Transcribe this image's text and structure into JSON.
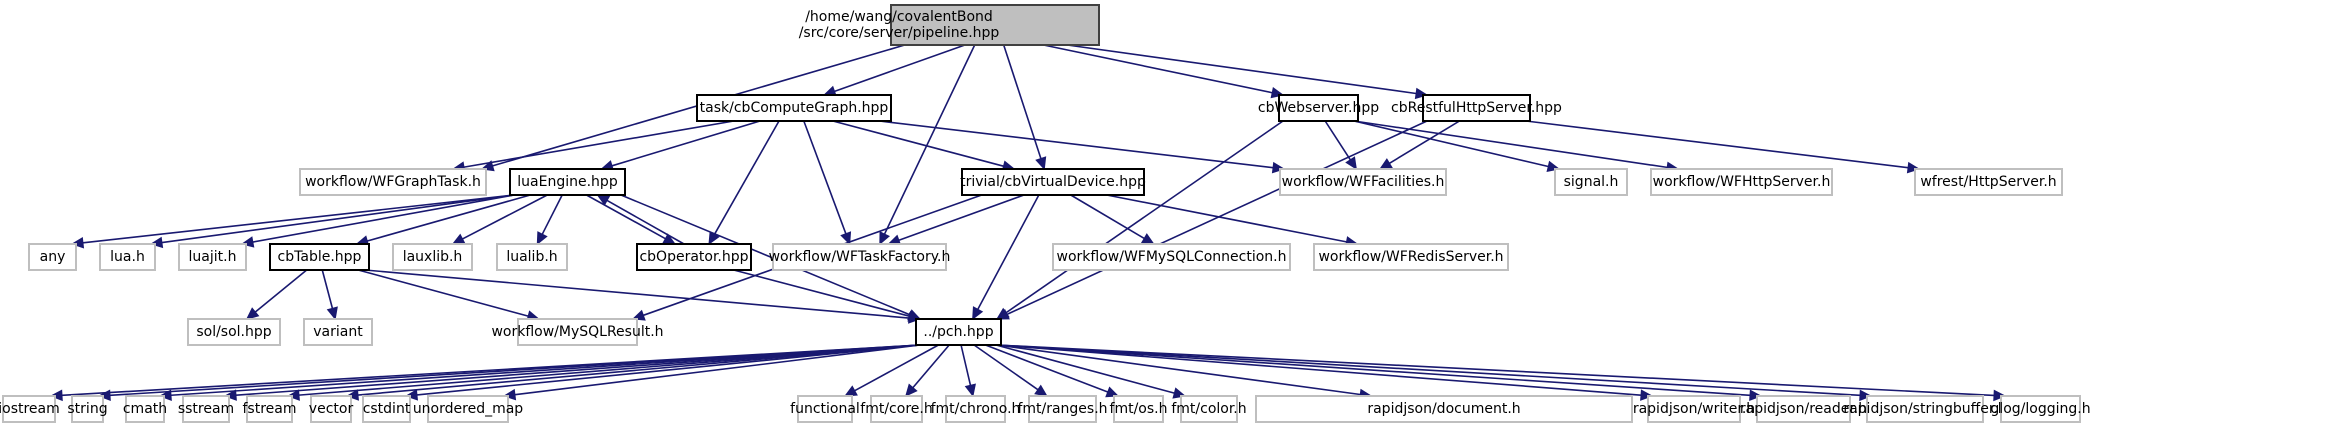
{
  "graph": {
    "title": "Include dependency graph",
    "colors": {
      "edge": "#191970",
      "root_fill": "#bfbfbf",
      "local_border": "#000000",
      "external_border": "#bfbfbf"
    },
    "nodes": [
      {
        "id": "root",
        "label": [
          "/home/wang/covalentBond",
          "/src/core/server/pipeline.hpp"
        ],
        "kind": "root"
      },
      {
        "id": "cbComputeGraph",
        "label": [
          "task/cbComputeGraph.hpp"
        ],
        "kind": "local"
      },
      {
        "id": "cbWebserver",
        "label": [
          "cbWebserver.hpp"
        ],
        "kind": "local"
      },
      {
        "id": "cbRestfulHttpServer",
        "label": [
          "cbRestfulHttpServer.hpp"
        ],
        "kind": "local"
      },
      {
        "id": "WFGraphTask",
        "label": [
          "workflow/WFGraphTask.h"
        ],
        "kind": "external"
      },
      {
        "id": "luaEngine",
        "label": [
          "luaEngine.hpp"
        ],
        "kind": "local"
      },
      {
        "id": "cbVirtualDevice",
        "label": [
          "trivial/cbVirtualDevice.hpp"
        ],
        "kind": "local"
      },
      {
        "id": "WFFacilities",
        "label": [
          "workflow/WFFacilities.h"
        ],
        "kind": "external"
      },
      {
        "id": "signal",
        "label": [
          "signal.h"
        ],
        "kind": "external"
      },
      {
        "id": "WFHttpServer",
        "label": [
          "workflow/WFHttpServer.h"
        ],
        "kind": "external"
      },
      {
        "id": "wfrestHttpServer",
        "label": [
          "wfrest/HttpServer.h"
        ],
        "kind": "external"
      },
      {
        "id": "any",
        "label": [
          "any"
        ],
        "kind": "external"
      },
      {
        "id": "lua",
        "label": [
          "lua.h"
        ],
        "kind": "external"
      },
      {
        "id": "luajit",
        "label": [
          "luajit.h"
        ],
        "kind": "external"
      },
      {
        "id": "cbTable",
        "label": [
          "cbTable.hpp"
        ],
        "kind": "local"
      },
      {
        "id": "lauxlib",
        "label": [
          "lauxlib.h"
        ],
        "kind": "external"
      },
      {
        "id": "lualib",
        "label": [
          "lualib.h"
        ],
        "kind": "external"
      },
      {
        "id": "cbOperator",
        "label": [
          "cbOperator.hpp"
        ],
        "kind": "local"
      },
      {
        "id": "WFTaskFactory",
        "label": [
          "workflow/WFTaskFactory.h"
        ],
        "kind": "external"
      },
      {
        "id": "WFMySQLConnection",
        "label": [
          "workflow/WFMySQLConnection.h"
        ],
        "kind": "external"
      },
      {
        "id": "WFRedisServer",
        "label": [
          "workflow/WFRedisServer.h"
        ],
        "kind": "external"
      },
      {
        "id": "sol",
        "label": [
          "sol/sol.hpp"
        ],
        "kind": "external"
      },
      {
        "id": "variant",
        "label": [
          "variant"
        ],
        "kind": "external"
      },
      {
        "id": "MySQLResult",
        "label": [
          "workflow/MySQLResult.h"
        ],
        "kind": "external"
      },
      {
        "id": "pch",
        "label": [
          "../pch.hpp"
        ],
        "kind": "local"
      },
      {
        "id": "iostream",
        "label": [
          "iostream"
        ],
        "kind": "external"
      },
      {
        "id": "string",
        "label": [
          "string"
        ],
        "kind": "external"
      },
      {
        "id": "cmath",
        "label": [
          "cmath"
        ],
        "kind": "external"
      },
      {
        "id": "sstream",
        "label": [
          "sstream"
        ],
        "kind": "external"
      },
      {
        "id": "fstream",
        "label": [
          "fstream"
        ],
        "kind": "external"
      },
      {
        "id": "vector",
        "label": [
          "vector"
        ],
        "kind": "external"
      },
      {
        "id": "cstdint",
        "label": [
          "cstdint"
        ],
        "kind": "external"
      },
      {
        "id": "unordered_map",
        "label": [
          "unordered_map"
        ],
        "kind": "external"
      },
      {
        "id": "functional",
        "label": [
          "functional"
        ],
        "kind": "external"
      },
      {
        "id": "fmtcore",
        "label": [
          "fmt/core.h"
        ],
        "kind": "external"
      },
      {
        "id": "fmtchrono",
        "label": [
          "fmt/chrono.h"
        ],
        "kind": "external"
      },
      {
        "id": "fmtranges",
        "label": [
          "fmt/ranges.h"
        ],
        "kind": "external"
      },
      {
        "id": "fmtos",
        "label": [
          "fmt/os.h"
        ],
        "kind": "external"
      },
      {
        "id": "fmtcolor",
        "label": [
          "fmt/color.h"
        ],
        "kind": "external"
      },
      {
        "id": "rjdocument",
        "label": [
          "rapidjson/document.h"
        ],
        "kind": "external"
      },
      {
        "id": "rjwriter",
        "label": [
          "rapidjson/writer.h"
        ],
        "kind": "external"
      },
      {
        "id": "rjreader",
        "label": [
          "rapidjson/reader.h"
        ],
        "kind": "external"
      },
      {
        "id": "rjstringbuffer",
        "label": [
          "rapidjson/stringbuffer.h"
        ],
        "kind": "external"
      },
      {
        "id": "glog",
        "label": [
          "glog/logging.h"
        ],
        "kind": "external"
      }
    ],
    "edges": [
      [
        "root",
        "cbComputeGraph"
      ],
      [
        "root",
        "WFGraphTask"
      ],
      [
        "root",
        "WFTaskFactory"
      ],
      [
        "root",
        "cbVirtualDevice"
      ],
      [
        "root",
        "cbWebserver"
      ],
      [
        "root",
        "cbRestfulHttpServer"
      ],
      [
        "cbComputeGraph",
        "WFGraphTask"
      ],
      [
        "cbComputeGraph",
        "luaEngine"
      ],
      [
        "cbComputeGraph",
        "cbVirtualDevice"
      ],
      [
        "cbComputeGraph",
        "WFFacilities"
      ],
      [
        "cbComputeGraph",
        "cbOperator"
      ],
      [
        "cbComputeGraph",
        "WFTaskFactory"
      ],
      [
        "luaEngine",
        "any"
      ],
      [
        "luaEngine",
        "lua"
      ],
      [
        "luaEngine",
        "luajit"
      ],
      [
        "luaEngine",
        "cbTable"
      ],
      [
        "luaEngine",
        "lauxlib"
      ],
      [
        "luaEngine",
        "lualib"
      ],
      [
        "luaEngine",
        "cbOperator"
      ],
      [
        "luaEngine",
        "pch"
      ],
      [
        "cbOperator",
        "luaEngine"
      ],
      [
        "cbOperator",
        "pch"
      ],
      [
        "cbTable",
        "sol"
      ],
      [
        "cbTable",
        "variant"
      ],
      [
        "cbTable",
        "MySQLResult"
      ],
      [
        "cbTable",
        "pch"
      ],
      [
        "cbVirtualDevice",
        "WFTaskFactory"
      ],
      [
        "cbVirtualDevice",
        "WFMySQLConnection"
      ],
      [
        "cbVirtualDevice",
        "WFRedisServer"
      ],
      [
        "cbVirtualDevice",
        "MySQLResult"
      ],
      [
        "cbVirtualDevice",
        "pch"
      ],
      [
        "cbWebserver",
        "WFFacilities"
      ],
      [
        "cbWebserver",
        "signal"
      ],
      [
        "cbWebserver",
        "WFHttpServer"
      ],
      [
        "cbWebserver",
        "pch"
      ],
      [
        "cbRestfulHttpServer",
        "WFFacilities"
      ],
      [
        "cbRestfulHttpServer",
        "wfrestHttpServer"
      ],
      [
        "cbRestfulHttpServer",
        "pch"
      ],
      [
        "pch",
        "iostream"
      ],
      [
        "pch",
        "string"
      ],
      [
        "pch",
        "cmath"
      ],
      [
        "pch",
        "sstream"
      ],
      [
        "pch",
        "fstream"
      ],
      [
        "pch",
        "vector"
      ],
      [
        "pch",
        "cstdint"
      ],
      [
        "pch",
        "unordered_map"
      ],
      [
        "pch",
        "functional"
      ],
      [
        "pch",
        "fmtcore"
      ],
      [
        "pch",
        "fmtchrono"
      ],
      [
        "pch",
        "fmtranges"
      ],
      [
        "pch",
        "fmtos"
      ],
      [
        "pch",
        "fmtcolor"
      ],
      [
        "pch",
        "rjdocument"
      ],
      [
        "pch",
        "rjwriter"
      ],
      [
        "pch",
        "rjreader"
      ],
      [
        "pch",
        "rjstringbuffer"
      ],
      [
        "pch",
        "glog"
      ]
    ]
  }
}
